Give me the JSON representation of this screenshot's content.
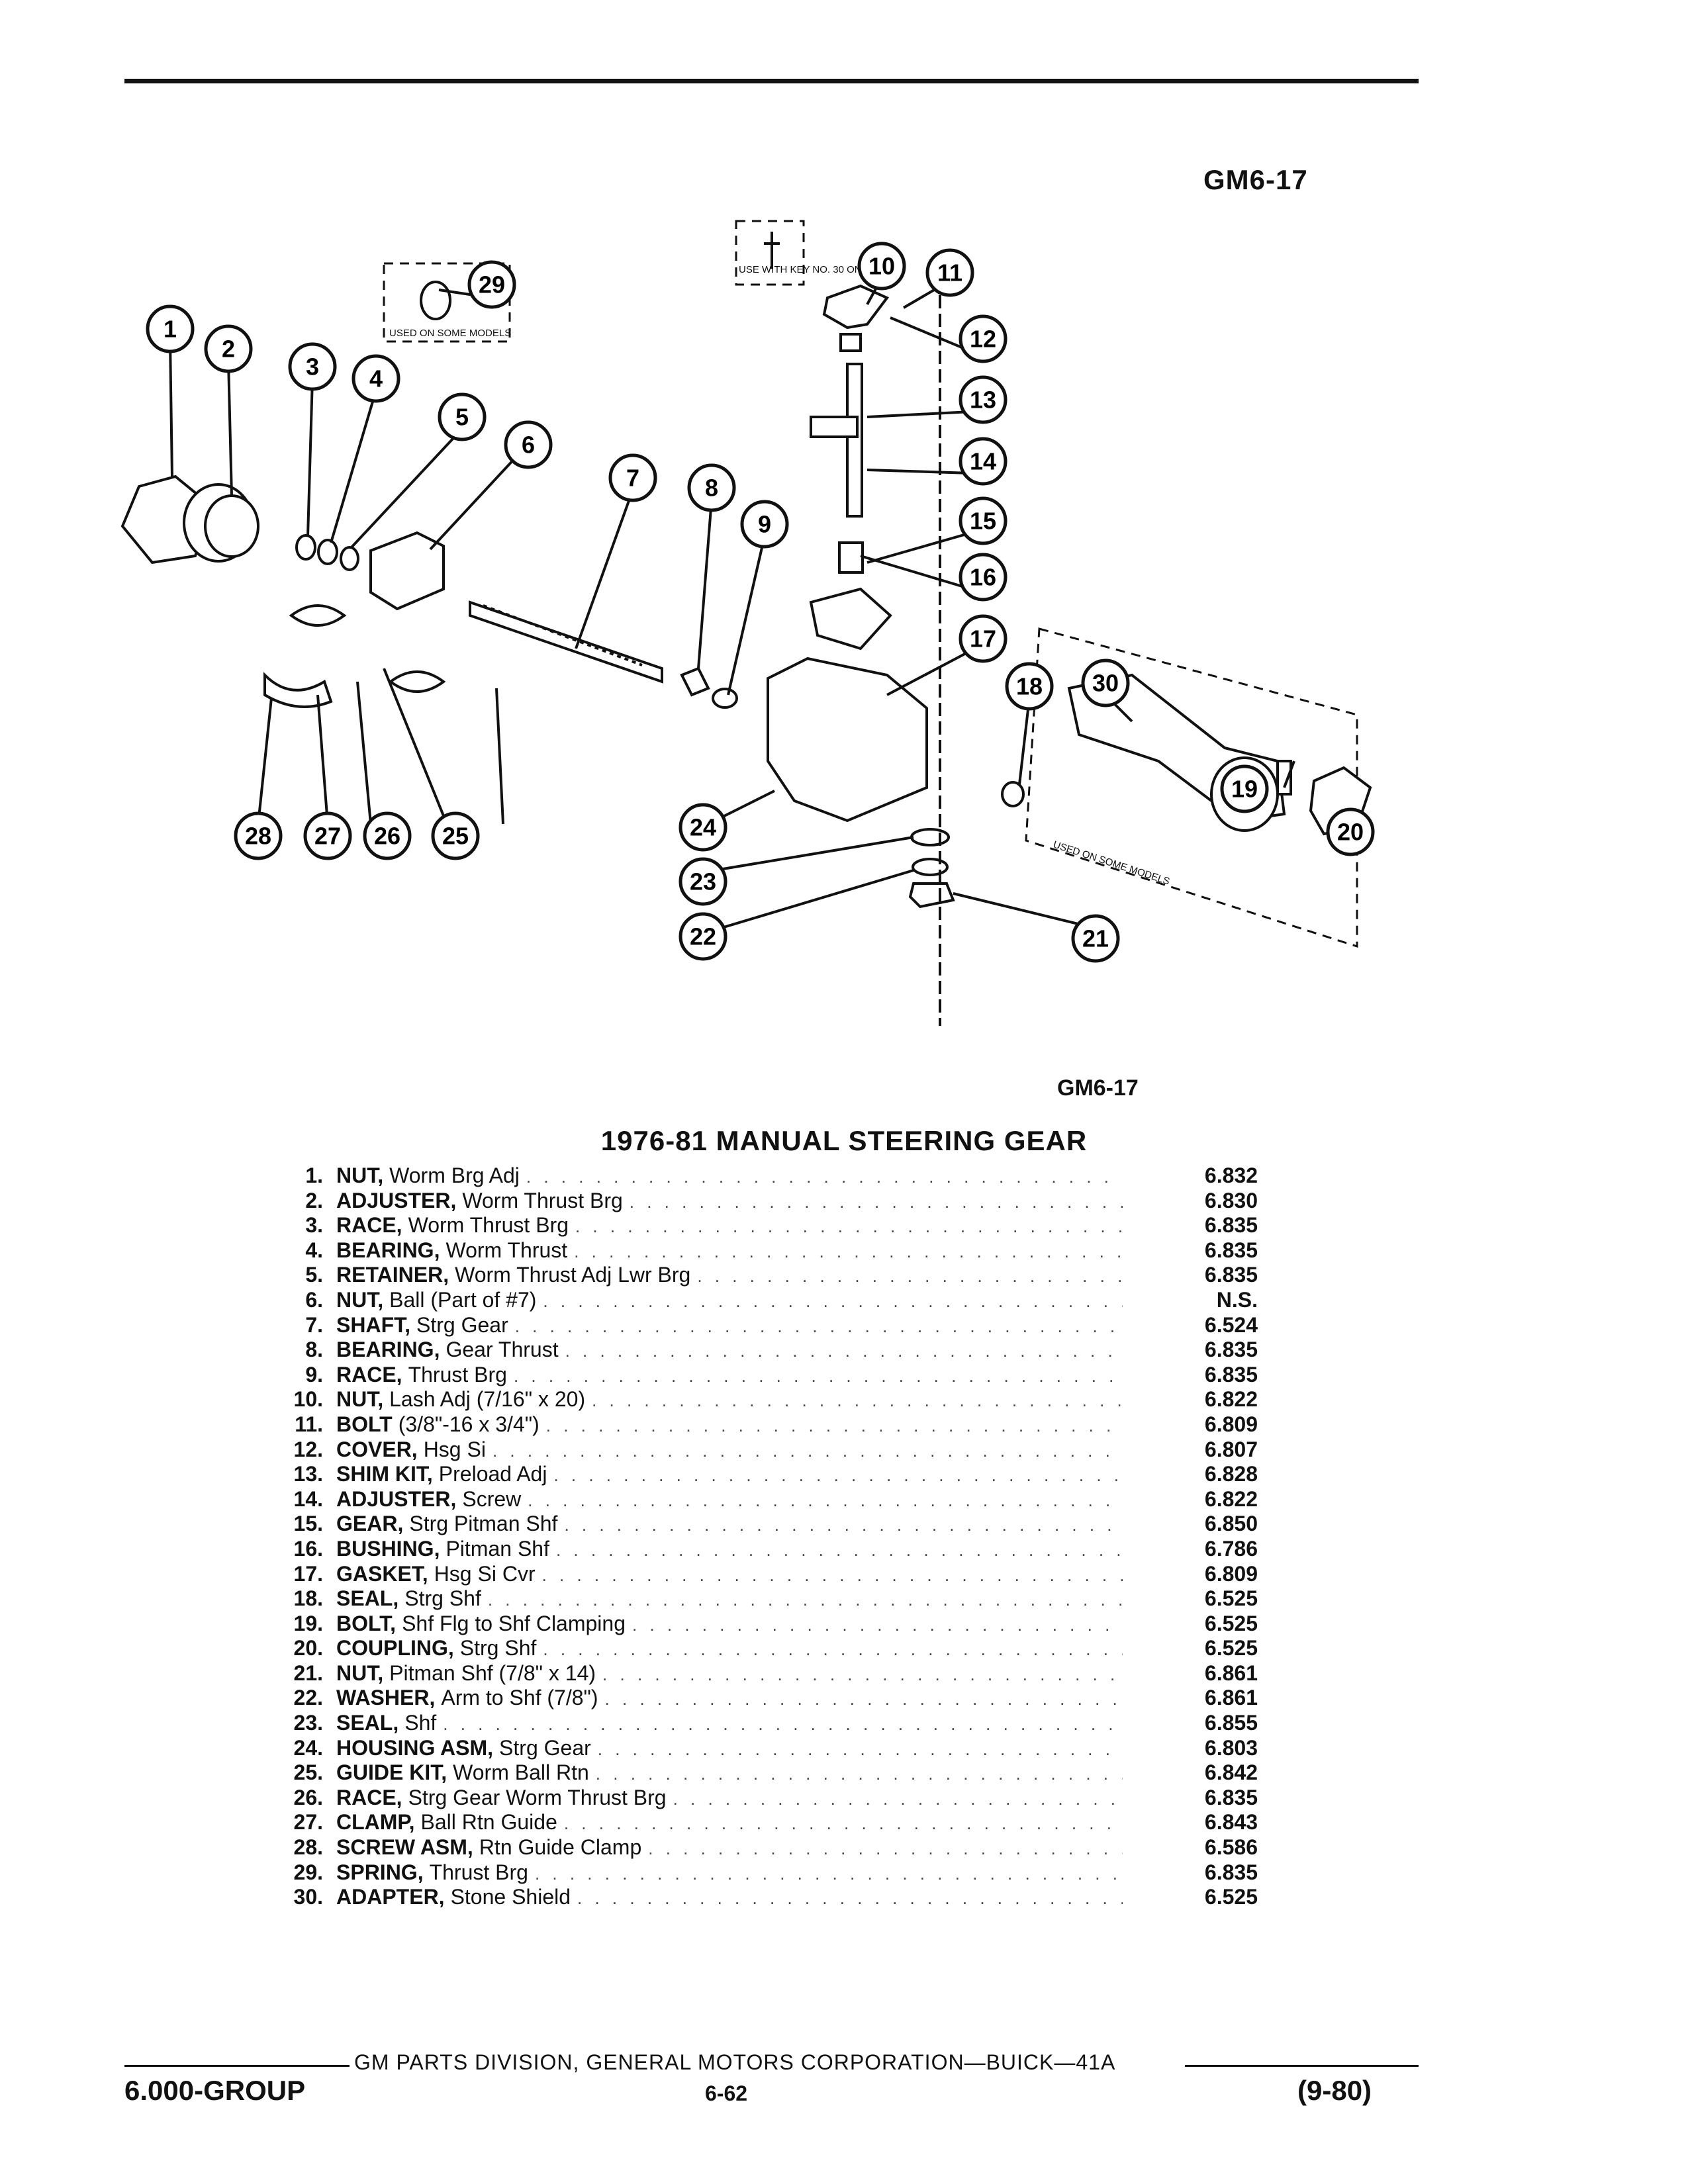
{
  "header": {
    "figure_code": "GM6-17"
  },
  "diagram": {
    "caption_code": "GM6-17",
    "notes": {
      "used_on_some_models_top": "USED ON SOME MODELS",
      "use_with_key": "USE WITH KEY NO. 30 ONLY",
      "used_on_some_models_right": "USED ON SOME MODELS"
    },
    "callouts": [
      "1",
      "2",
      "3",
      "4",
      "5",
      "6",
      "7",
      "8",
      "9",
      "10",
      "11",
      "12",
      "13",
      "14",
      "15",
      "16",
      "17",
      "18",
      "19",
      "20",
      "21",
      "22",
      "23",
      "24",
      "25",
      "26",
      "27",
      "28",
      "29",
      "30"
    ]
  },
  "parts": {
    "title": "1976-81 MANUAL STEERING GEAR",
    "items": [
      {
        "no": "1.",
        "name": "NUT,",
        "desc": "Worm Brg Adj",
        "ref": "6.832"
      },
      {
        "no": "2.",
        "name": "ADJUSTER,",
        "desc": "Worm Thrust Brg",
        "ref": "6.830"
      },
      {
        "no": "3.",
        "name": "RACE,",
        "desc": "Worm Thrust Brg",
        "ref": "6.835"
      },
      {
        "no": "4.",
        "name": "BEARING,",
        "desc": "Worm Thrust",
        "ref": "6.835"
      },
      {
        "no": "5.",
        "name": "RETAINER,",
        "desc": "Worm Thrust Adj Lwr Brg",
        "ref": "6.835"
      },
      {
        "no": "6.",
        "name": "NUT,",
        "desc": "Ball (Part of #7)",
        "ref": "N.S."
      },
      {
        "no": "7.",
        "name": "SHAFT,",
        "desc": "Strg Gear",
        "ref": "6.524"
      },
      {
        "no": "8.",
        "name": "BEARING,",
        "desc": "Gear Thrust",
        "ref": "6.835"
      },
      {
        "no": "9.",
        "name": "RACE,",
        "desc": "Thrust Brg",
        "ref": "6.835"
      },
      {
        "no": "10.",
        "name": "NUT,",
        "desc": "Lash Adj (7/16\" x 20)",
        "ref": "6.822"
      },
      {
        "no": "11.",
        "name": "BOLT",
        "desc": "(3/8\"-16 x 3/4\")",
        "ref": "6.809"
      },
      {
        "no": "12.",
        "name": "COVER,",
        "desc": "Hsg Si",
        "ref": "6.807"
      },
      {
        "no": "13.",
        "name": "SHIM KIT,",
        "desc": "Preload Adj",
        "ref": "6.828"
      },
      {
        "no": "14.",
        "name": "ADJUSTER,",
        "desc": "Screw",
        "ref": "6.822"
      },
      {
        "no": "15.",
        "name": "GEAR,",
        "desc": "Strg Pitman Shf",
        "ref": "6.850"
      },
      {
        "no": "16.",
        "name": "BUSHING,",
        "desc": "Pitman Shf",
        "ref": "6.786"
      },
      {
        "no": "17.",
        "name": "GASKET,",
        "desc": "Hsg Si Cvr",
        "ref": "6.809"
      },
      {
        "no": "18.",
        "name": "SEAL,",
        "desc": "Strg Shf",
        "ref": "6.525"
      },
      {
        "no": "19.",
        "name": "BOLT,",
        "desc": "Shf Flg to Shf Clamping",
        "ref": "6.525"
      },
      {
        "no": "20.",
        "name": "COUPLING,",
        "desc": "Strg Shf",
        "ref": "6.525"
      },
      {
        "no": "21.",
        "name": "NUT,",
        "desc": "Pitman Shf (7/8\" x 14)",
        "ref": "6.861"
      },
      {
        "no": "22.",
        "name": "WASHER,",
        "desc": "Arm to Shf (7/8\")",
        "ref": "6.861"
      },
      {
        "no": "23.",
        "name": "SEAL,",
        "desc": "Shf",
        "ref": "6.855"
      },
      {
        "no": "24.",
        "name": "HOUSING ASM,",
        "desc": "Strg Gear",
        "ref": "6.803"
      },
      {
        "no": "25.",
        "name": "GUIDE KIT,",
        "desc": "Worm Ball Rtn",
        "ref": "6.842"
      },
      {
        "no": "26.",
        "name": "RACE,",
        "desc": "Strg Gear Worm Thrust Brg",
        "ref": "6.835"
      },
      {
        "no": "27.",
        "name": "CLAMP,",
        "desc": "Ball Rtn Guide",
        "ref": "6.843"
      },
      {
        "no": "28.",
        "name": "SCREW ASM,",
        "desc": "Rtn Guide Clamp",
        "ref": "6.586"
      },
      {
        "no": "29.",
        "name": "SPRING,",
        "desc": "Thrust Brg",
        "ref": "6.835"
      },
      {
        "no": "30.",
        "name": "ADAPTER,",
        "desc": "Stone Shield",
        "ref": "6.525"
      }
    ]
  },
  "footer": {
    "credit": "GM PARTS DIVISION, GENERAL MOTORS CORPORATION—BUICK—41A",
    "group": "6.000-GROUP",
    "page": "6-62",
    "date": "(9-80)"
  }
}
